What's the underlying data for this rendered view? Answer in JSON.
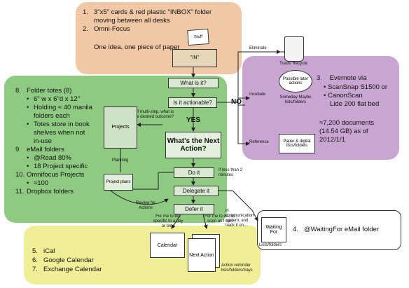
{
  "top_region": {
    "items": [
      {
        "num": "1.",
        "text": "3\"x5\" cards & red plastic \"INBOX\" folder"
      },
      {
        "num": "",
        "text": "moving between all desks"
      },
      {
        "num": "2.",
        "text": "Omni-Focus"
      }
    ],
    "note": "One idea, one piece of paper"
  },
  "left_region": {
    "items": [
      {
        "num": "8.",
        "text": "Folder totes (8)"
      },
      {
        "bullet": "•",
        "text": "6\" w x 6\"d x 12\""
      },
      {
        "bullet": "•",
        "text": "Holding ≈ 40 manila"
      },
      {
        "bullet": "",
        "text": "folders each"
      },
      {
        "bullet": "•",
        "text": "Totes store in book"
      },
      {
        "bullet": "",
        "text": "shelves when not"
      },
      {
        "bullet": "",
        "text": "in-use"
      },
      {
        "num": "9.",
        "text": "eMail folders"
      },
      {
        "bullet": "•",
        "text": "@Read 80%"
      },
      {
        "bullet": "•",
        "text": "18 Project specific"
      },
      {
        "num": "10.",
        "text": "Omnifocus Projects"
      },
      {
        "bullet": "•",
        "text": "≈100"
      },
      {
        "num": "11.",
        "text": "Dropbox folders"
      }
    ]
  },
  "right_region": {
    "num": "3.",
    "title": "Evernote via",
    "bullets": [
      "ScanSnap S1500 or",
      "CanonScan",
      "Lide 200 flat bed"
    ],
    "stats": [
      "≈7,200 documents",
      "(14.54 GB) as of",
      "2012/1/1"
    ]
  },
  "bottom_region": {
    "items": [
      {
        "num": "5.",
        "text": "iCal"
      },
      {
        "num": "6.",
        "text": "Google Calendar"
      },
      {
        "num": "7.",
        "text": "Exchange Calendar"
      }
    ]
  },
  "waiting_note": {
    "num": "4.",
    "text": "@WaitingFor eMail folder"
  },
  "flow": {
    "stuff": "Stuff",
    "in_tray": "\"IN\"",
    "what_is_it": "What is it?",
    "is_actionable": "Is it  actionable?",
    "no": "NO",
    "yes": "YES",
    "next_action_q": "What's the Next Action?",
    "do_it": "Do it",
    "delegate_it": "Delegate it",
    "defer_it": "Defer it",
    "projects": "Projects",
    "project_plans": "Project plans",
    "planning": "Planning",
    "review": "Review for Actions",
    "multi_step": "If multi-step, what is the desired outcome?",
    "less_2min": "If less than 2 minutes",
    "eliminate": "Eliminate",
    "trash": "Trash/ Recycle",
    "incubate": "Incubate",
    "possible": "Possible later actions",
    "someday": "Someday Maybe lists/folders",
    "reference": "Reference",
    "paper_digital": "Paper & digital lists/folders",
    "waiting_for": "Waiting For",
    "lists_folders": "Lists/folders",
    "in_comm": "in communication system, and track it on...",
    "specific_day": "For me to do, specific to a day or time",
    "asap": "For me to do, as soon as I can",
    "calendar": "Calendar",
    "next_action": "Next Action",
    "reminder": "Action reminder lists/folders/trays"
  }
}
